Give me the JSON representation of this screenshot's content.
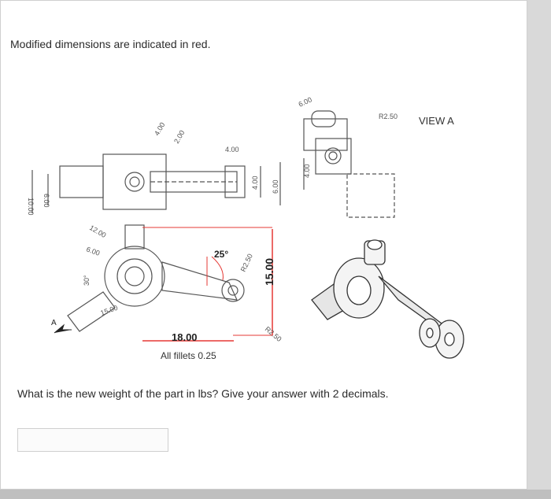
{
  "intro_text": "Modified dimensions are indicated in red.",
  "drawing": {
    "view_label": "VIEW A",
    "section_label": "A",
    "dims_top": {
      "d_4_00a": "4.00",
      "d_2_00": "2.00",
      "d_4_00b": "4.00",
      "d_4_00c": "4.00",
      "d_6_00": "6.00"
    },
    "dims_left": {
      "d_10_00": "10.00",
      "d_6_00": "6.00"
    },
    "dims_side": {
      "d_6_00": "6.00",
      "d_4_00": "4.00",
      "d_r2_50": "R2.50"
    },
    "dims_front": {
      "d_12_00": "12.00",
      "d_6_00": "6.00",
      "d_30": "30°",
      "d_15_00": "15.00",
      "d_r2_50": "R2.50",
      "d_r2_50b": "R2.50"
    },
    "red_angle": "25°",
    "red_height": "15.00",
    "red_length": "18.00",
    "fillet_note": "All fillets 0.25"
  },
  "question_text": "What is the new weight of the part in lbs? Give your answer with 2 decimals.",
  "answer_value": "",
  "colors": {
    "red_dim": "#e53935",
    "line": "#555555",
    "background": "#ffffff"
  }
}
